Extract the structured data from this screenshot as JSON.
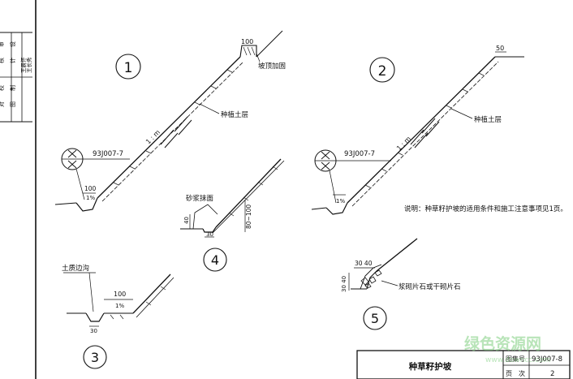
{
  "sidebar": {
    "rows": [
      {
        "role": "审",
        "detail": "王晨怀"
      },
      {
        "role": "核",
        "detail": "王长秀"
      },
      {
        "role": "校",
        "detail": ""
      },
      {
        "role": "对",
        "detail": ""
      },
      {
        "role": "设",
        "detail": ""
      },
      {
        "role": "计",
        "detail": ""
      },
      {
        "role": "制",
        "detail": ""
      },
      {
        "role": "图",
        "detail": ""
      }
    ]
  },
  "details": {
    "d1": {
      "number": "1",
      "ref": "93J007-7",
      "slope": "1 : m",
      "top_dim": "100",
      "bottom_dim": "100",
      "grade": "1%",
      "callout_top": "坡顶加固",
      "callout_soil": "种植土层"
    },
    "d2": {
      "number": "2",
      "ref": "93J007-7",
      "slope": "1 : m",
      "top_dim": "50",
      "grade": "1%",
      "callout_soil": "种植土层"
    },
    "d3": {
      "number": "3",
      "callout": "土质边沟",
      "top_dim": "100",
      "grade": "1%",
      "bottom_dim": "30"
    },
    "d4": {
      "number": "4",
      "callout": "砂浆抹面",
      "left_dim": "40",
      "bottom_dim": "30",
      "right_dim": "80~100"
    },
    "d5": {
      "number": "5",
      "callout": "浆砌片石或干砌片石",
      "top_dims": "30 40",
      "left_dims": "30 40"
    }
  },
  "note": "说明：种草籽护坡的适用条件和施工注意事项见1页。",
  "title_block": {
    "title": "种草籽护坡",
    "atlas_label": "图集号",
    "atlas_value": "93J007-8",
    "page_label": "页　次",
    "page_value": "2"
  },
  "watermark": {
    "text": "绿色资源网",
    "url": "www.downcc.com"
  }
}
